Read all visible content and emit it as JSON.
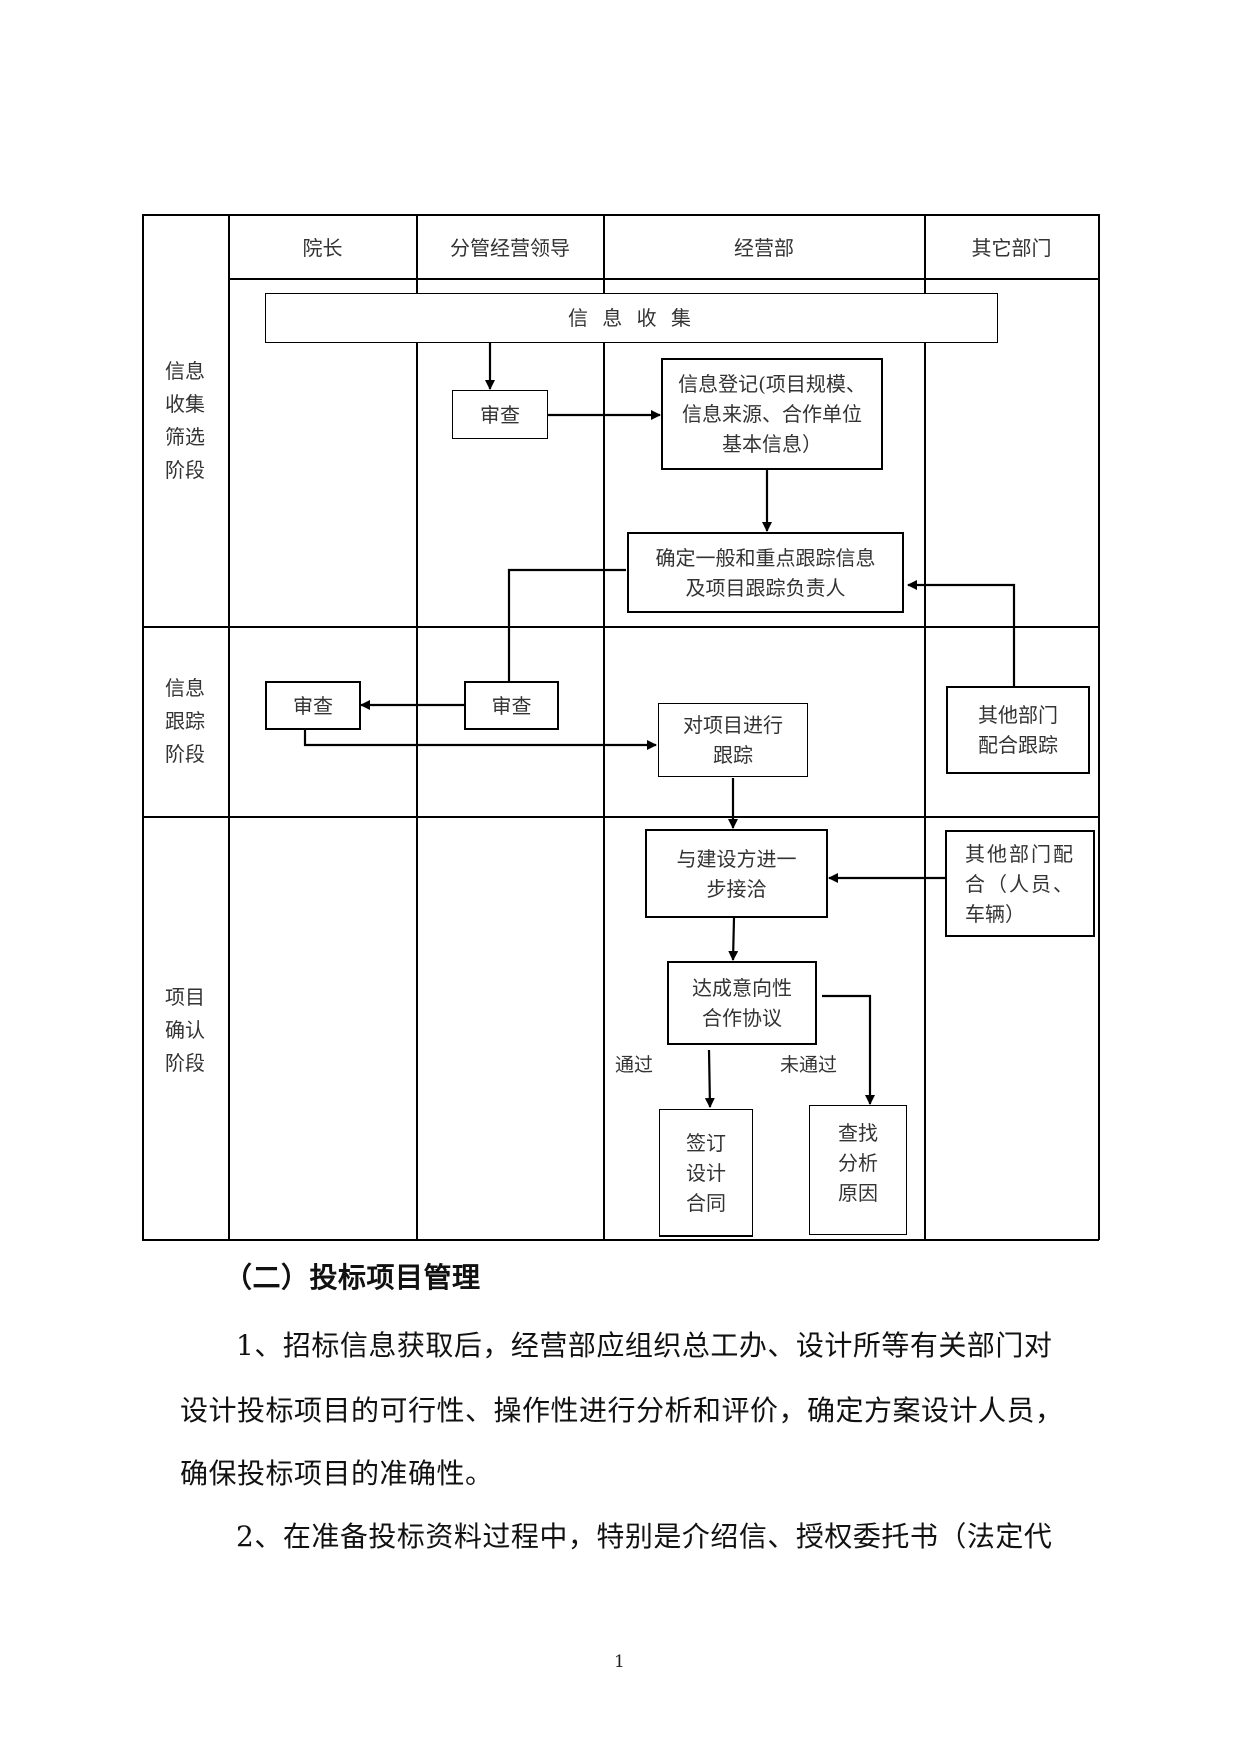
{
  "flowchart": {
    "columns": [
      "院长",
      "分管经营领导",
      "经营部",
      "其它部门"
    ],
    "phases": [
      {
        "label_lines": [
          "信息",
          "收集",
          "筛选",
          "阶段"
        ]
      },
      {
        "label_lines": [
          "信息",
          "跟踪",
          "阶段"
        ]
      },
      {
        "label_lines": [
          "项目",
          "确认",
          "阶段"
        ]
      }
    ],
    "nodes": {
      "info_collect": "信 息 收 集",
      "review_leader_1": "审查",
      "info_register": [
        "信息登记(项目规模、",
        "信息来源、合作单位",
        "基本信息）"
      ],
      "determine_tracking": [
        "确定一般和重点跟踪信息",
        "及项目跟踪负责人"
      ],
      "review_president": "审查",
      "review_leader_2": "审查",
      "track_project": [
        "对项目进行",
        "跟踪"
      ],
      "other_dept_track": [
        "其他部门",
        "配合跟踪"
      ],
      "negotiate": [
        "与建设方进一",
        "步接洽"
      ],
      "other_dept_support": [
        "其他部门配",
        "合（人员、",
        "车辆）"
      ],
      "intent_agreement": [
        "达成意向性",
        "合作协议"
      ],
      "sign_contract": [
        "签订",
        "设计",
        "合同"
      ],
      "find_cause": [
        "查找",
        "分析",
        "原因"
      ]
    },
    "edge_labels": {
      "pass": "通过",
      "fail": "未通过"
    }
  },
  "document": {
    "section_heading": "（二）投标项目管理",
    "paragraph_lines": [
      "1、招标信息获取后，经营部应组织总工办、设计所等有关部门对",
      "设计投标项目的可行性、操作性进行分析和评价，确定方案设计人员，",
      "确保投标项目的准确性。",
      "2、在准备投标资料过程中，特别是介绍信、授权委托书（法定代"
    ],
    "page_number": "1"
  }
}
